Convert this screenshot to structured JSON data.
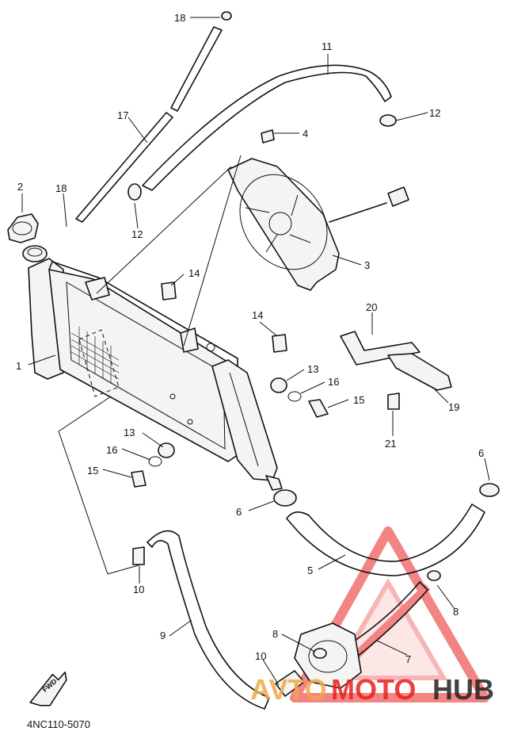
{
  "callouts": [
    "18",
    "11",
    "12",
    "17",
    "4",
    "2",
    "18",
    "12",
    "3",
    "14",
    "14",
    "20",
    "1",
    "13",
    "16",
    "15",
    "19",
    "21",
    "13",
    "16",
    "15",
    "6",
    "6",
    "5",
    "10",
    "8",
    "9",
    "8",
    "7",
    "10"
  ],
  "fwd_label": "FWD",
  "diagram_code": "4NC110-5070",
  "watermark": {
    "part1": "AVTO",
    "part2": "MOTO",
    "part3": "HUB",
    "accent": "#f0a848",
    "red": "#e8201e",
    "dark": "#222222"
  }
}
